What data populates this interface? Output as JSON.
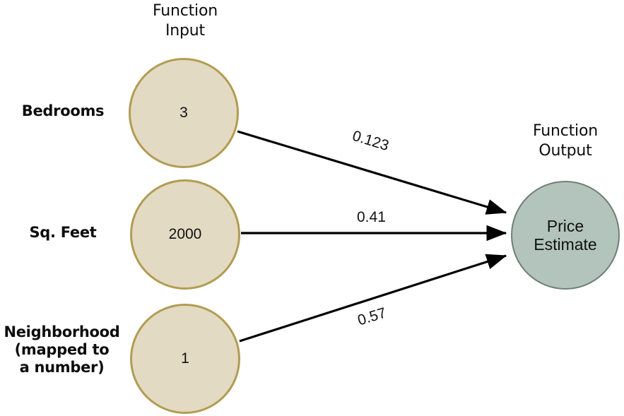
{
  "diagram": {
    "title_left": "Function\nInput",
    "title_right": "Function\nOutput",
    "headers": {
      "input": {
        "line1": "Function",
        "line2": "Input"
      },
      "output": {
        "line1": "Function",
        "line2": "Output"
      }
    },
    "input_nodes": [
      {
        "label_lines": [
          "Bedrooms"
        ],
        "value": "3",
        "weight": "0.123"
      },
      {
        "label_lines": [
          "Sq. Feet"
        ],
        "value": "2000",
        "weight": "0.41"
      },
      {
        "label_lines": [
          "Neighborhood",
          "(mapped to",
          "a number)"
        ],
        "value": "1",
        "weight": "0.57"
      }
    ],
    "output_node": {
      "value_lines": [
        "Price",
        "Estimate"
      ],
      "value": "Price Estimate"
    },
    "colors": {
      "input_fill": "#e3dac3",
      "input_stroke": "#b29c52",
      "output_fill": "#b2c4bc",
      "output_stroke": "#707f78",
      "edge": "#000000",
      "text": "#0d0d0d",
      "background": "#ffffff"
    }
  }
}
